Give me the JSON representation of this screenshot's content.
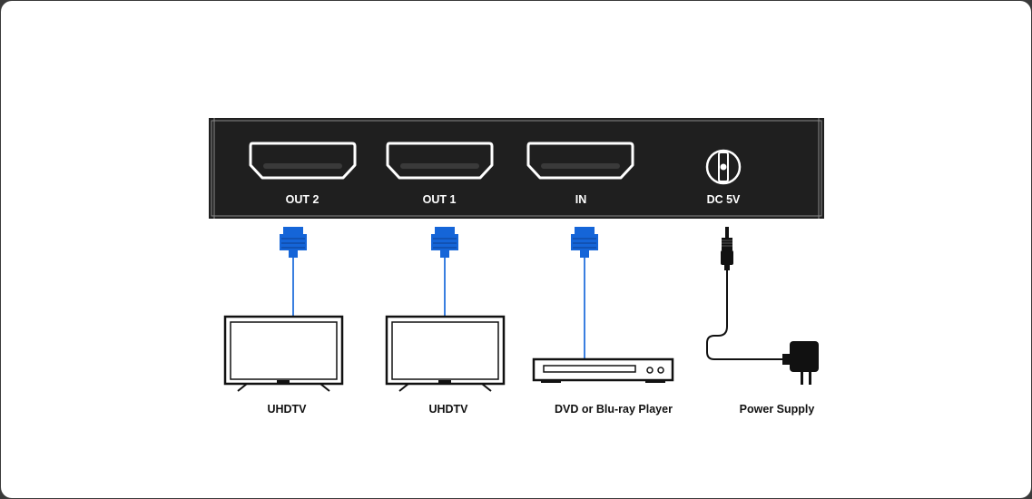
{
  "colors": {
    "device_body": "#222222",
    "connector_blue": "#1565d8",
    "cable_blue": "#3a7fe0",
    "line_black": "#111111",
    "background": "#ffffff"
  },
  "ports": [
    {
      "label": "OUT 2",
      "icon": "hdmi-port-icon"
    },
    {
      "label": "OUT 1",
      "icon": "hdmi-port-icon"
    },
    {
      "label": "IN",
      "icon": "hdmi-port-icon"
    },
    {
      "label": "DC 5V",
      "icon": "dc-power-jack-icon"
    }
  ],
  "devices": [
    {
      "label": "UHDTV",
      "icon": "tv-icon"
    },
    {
      "label": "UHDTV",
      "icon": "tv-icon"
    },
    {
      "label": "DVD or Blu-ray Player",
      "icon": "dvd-player-icon"
    },
    {
      "label": "Power Supply",
      "icon": "power-adapter-icon"
    }
  ]
}
